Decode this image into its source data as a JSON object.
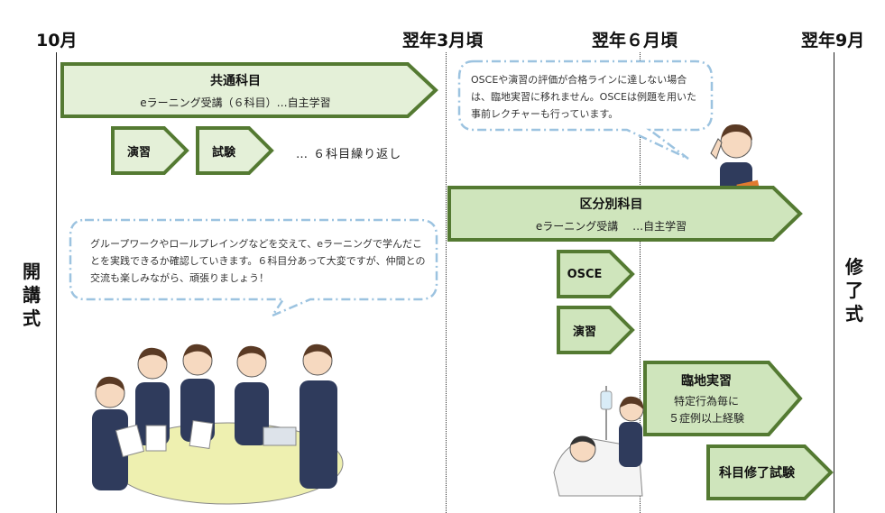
{
  "timeline": {
    "labels": [
      "10月",
      "翌年3月頃",
      "翌年６月頃",
      "翌年9月"
    ],
    "start_ceremony": "開講式",
    "end_ceremony": "修了式"
  },
  "common": {
    "title": "共通科目",
    "sub": "eラーニング受講（６科目）…自主学習",
    "exercise": "演習",
    "exam": "試験",
    "repeat": "… ６科目繰り返し"
  },
  "bubble_top": {
    "text": "OSCEや演習の評価が合格ラインに達しない場合は、臨地実習に移れません。OSCEは例題を用いた事前レクチャーも行っています。"
  },
  "bubble_left": {
    "text": "グループワークやロールプレイングなどを交えて、eラーニングで学んだことを実践できるか確認していきます。６科目分あって大変ですが、仲間との交流も楽しみながら、頑張りましょう！"
  },
  "divisional": {
    "title": "区分別科目",
    "sub": "eラーニング受講　 …自主学習",
    "osce": "OSCE",
    "exercise": "演習"
  },
  "practicum": {
    "title": "臨地実習",
    "line1": "特定行為毎に",
    "line2": "５症例以上経験"
  },
  "final_exam": "科目修了試験",
  "colors": {
    "arrow_fill": "#e4f0d8",
    "arrow_fill_dark": "#cfe5bc",
    "arrow_border": "#547a32",
    "bubble_border": "#9cc3e0",
    "table": "#eef0b0",
    "scrub": "#2f3b5c"
  }
}
